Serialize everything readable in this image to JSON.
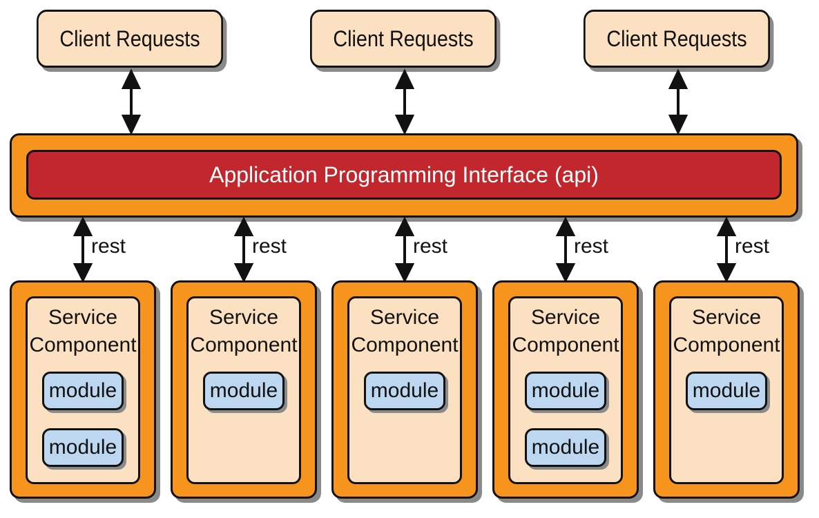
{
  "clients": [
    {
      "label": "Client Requests"
    },
    {
      "label": "Client Requests"
    },
    {
      "label": "Client Requests"
    }
  ],
  "api": {
    "label": "Application Programming Interface (api)"
  },
  "connections": [
    {
      "label": "rest"
    },
    {
      "label": "rest"
    },
    {
      "label": "rest"
    },
    {
      "label": "rest"
    },
    {
      "label": "rest"
    }
  ],
  "services": [
    {
      "title_line1": "Service",
      "title_line2": "Component",
      "modules": [
        "module",
        "module"
      ]
    },
    {
      "title_line1": "Service",
      "title_line2": "Component",
      "modules": [
        "module"
      ]
    },
    {
      "title_line1": "Service",
      "title_line2": "Component",
      "modules": [
        "module"
      ]
    },
    {
      "title_line1": "Service",
      "title_line2": "Component",
      "modules": [
        "module",
        "module"
      ]
    },
    {
      "title_line1": "Service",
      "title_line2": "Component",
      "modules": [
        "module"
      ]
    }
  ],
  "colors": {
    "client_fill": "#fbe0c1",
    "api_outer": "#f7941d",
    "api_inner": "#c1272d",
    "service_outer": "#f7941d",
    "service_inner": "#fbe0c1",
    "module_fill": "#bcd7ef",
    "stroke": "#111111"
  }
}
